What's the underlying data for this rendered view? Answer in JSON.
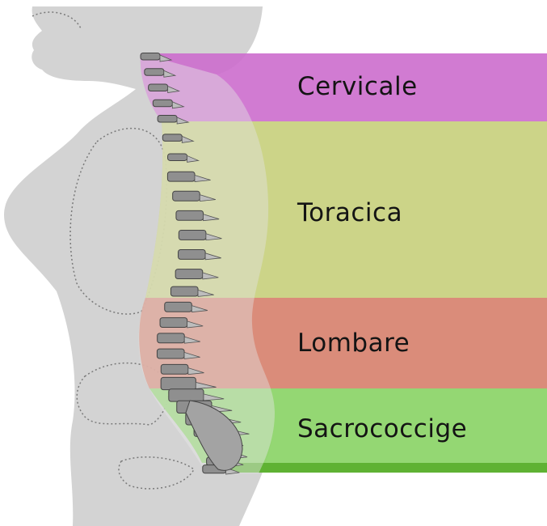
{
  "regions": [
    {
      "key": "cervicale",
      "label": "Cervicale",
      "color": "#cc6dcd"
    },
    {
      "key": "toracica",
      "label": "Toracica",
      "color": "#c7cf7b"
    },
    {
      "key": "lombare",
      "label": "Lombare",
      "color": "#d6806c"
    },
    {
      "key": "sacrococcige",
      "label": "Sacrococcige",
      "color": "#8ed56c",
      "edge_color": "#5fb233"
    }
  ],
  "body_color": "#d3d3d3",
  "bone_color": "#9a9a9a"
}
